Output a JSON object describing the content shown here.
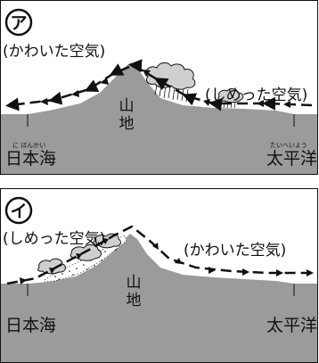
{
  "panel_a": {
    "marker": "ア",
    "air_left": "(かわいた空気)",
    "air_right": "(しめった空気)",
    "mountain": [
      "山",
      "地"
    ],
    "sea_left": "日本海",
    "sea_left_ruby": "に ほんかい",
    "sea_right": "太平洋",
    "sea_right_ruby": "たいへいよう"
  },
  "panel_b": {
    "marker": "イ",
    "air_left": "(しめった空気)",
    "air_right": "(かわいた空気)",
    "mountain": [
      "山",
      "地"
    ],
    "sea_left": "日本海",
    "sea_right": "太平洋"
  },
  "colors": {
    "land": "#9b9b9b",
    "sea": "#e3e3e3",
    "cloud": "#cfcfcf",
    "ink": "#111111"
  }
}
